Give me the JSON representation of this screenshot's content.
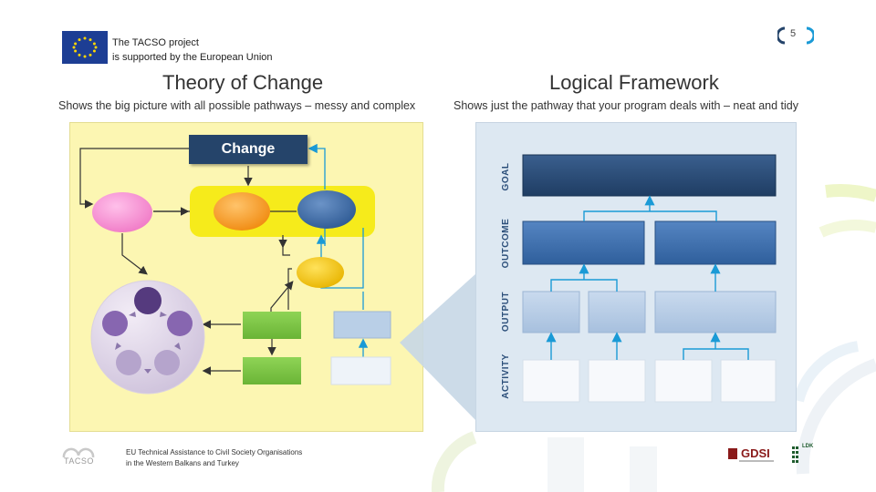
{
  "header": {
    "eu_line1": "The TACSO project",
    "eu_line2": "is supported by the European Union",
    "page_number": "5"
  },
  "theory_of_change": {
    "title": "Theory of Change",
    "subtitle": "Shows the big picture with all possible pathways – messy and complex",
    "change_label": "Change"
  },
  "logical_framework": {
    "title": "Logical Framework",
    "subtitle": "Shows just the pathway that your program deals with – neat and tidy",
    "levels": {
      "goal": "GOAL",
      "outcome": "OUTCOME",
      "output": "OUTPUT",
      "activity": "ACTIVITY"
    }
  },
  "footer": {
    "line1": "EU Technical Assistance to Civil Society Organisations",
    "line2": "in the Western Balkans and Turkey",
    "tacso_logo": "TACSO",
    "gdsi_logo": "GDSI",
    "ldk_logo": "LDK"
  },
  "colors": {
    "toc_background": "#fcf6b2",
    "lf_background": "#dde8f2",
    "dark_navy": "#25446a",
    "mid_blue": "#3a6aa6",
    "light_blue": "#b2c9e2",
    "arrow_blue": "#1a9ad6",
    "pink": "#f58fd0",
    "orange": "#f79a1f",
    "gold": "#f2c200",
    "green": "#7dc443",
    "purple": "#7b5a9e"
  }
}
